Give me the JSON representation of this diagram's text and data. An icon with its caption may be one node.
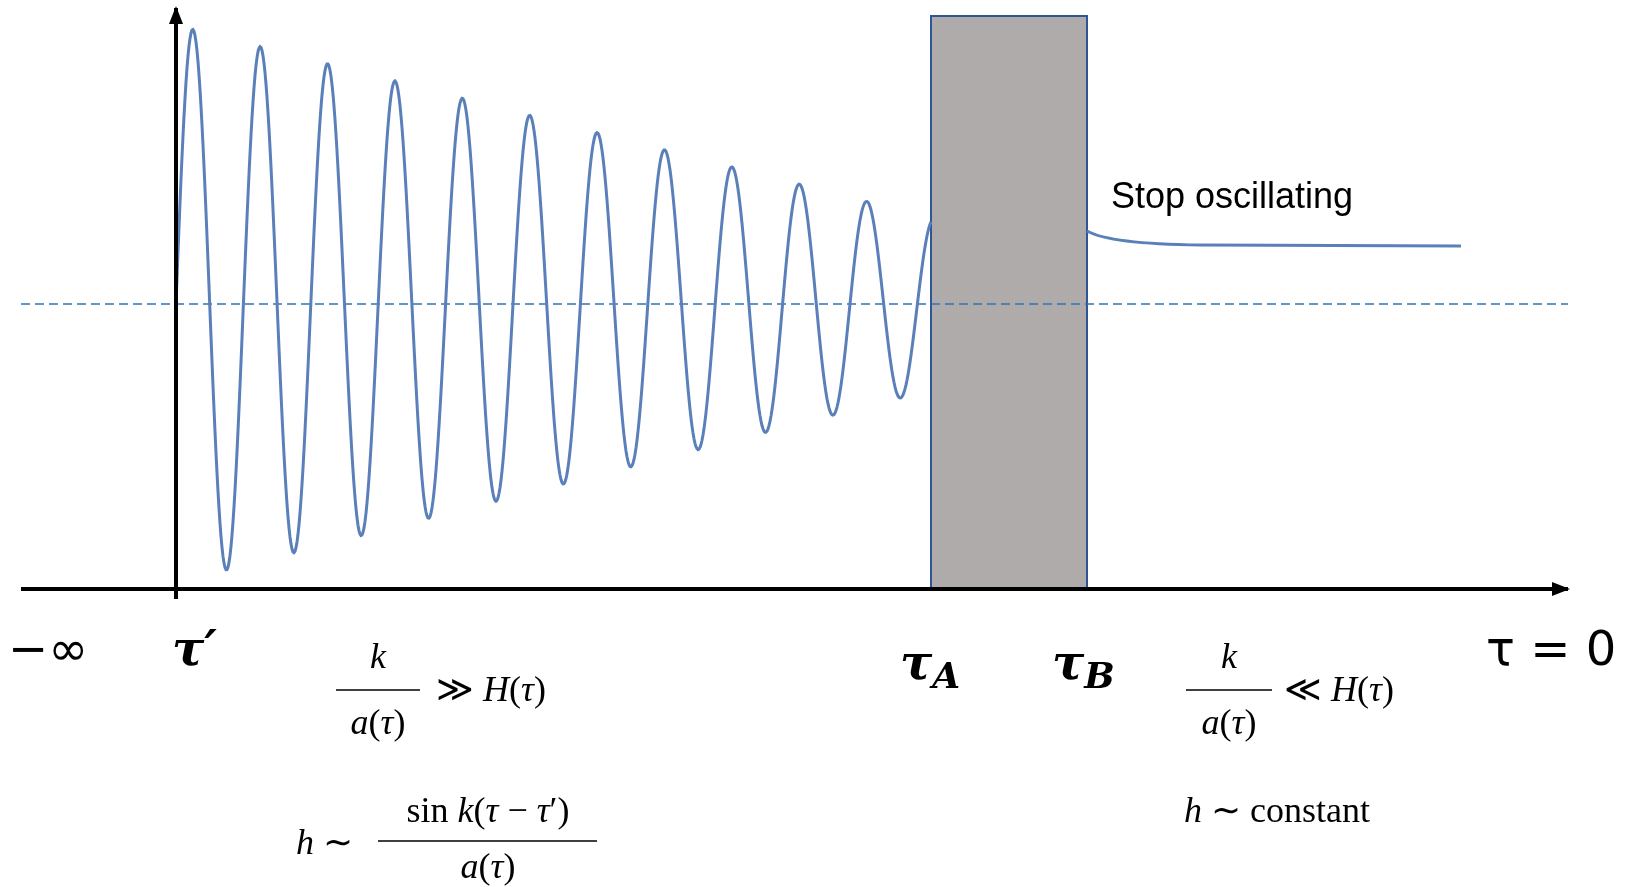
{
  "diagram": {
    "nodes": [
      {
        "text": [],
        "shape": "box"
      }
    ],
    "labels": [
      "Stop oscillating",
      "−∞",
      "τ′",
      "τ$_{A}$",
      "τ$_{B}$",
      "τ = 0",
      "*k*",
      "*a*(*τ*)",
      "≫ *H*(*τ*)",
      "*k*",
      "*a*(*τ*)",
      "≪ *H*(*τ*)",
      "*h* ∼",
      "sin *k*(*τ* − *τ*′)",
      "*a*(*τ*)",
      "*h* ∼ constant"
    ]
  }
}
